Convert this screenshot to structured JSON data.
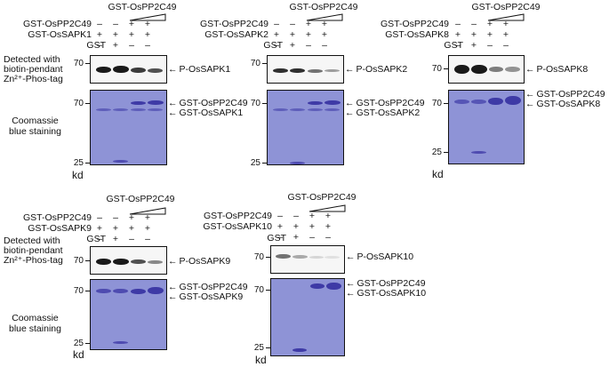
{
  "labels": {
    "inhibitor": "GST-OsPP2C49",
    "gst": "GST",
    "detected_line1": "Detected with",
    "detected_line2": "biotin-pendant",
    "detected_line3": "Zn²⁺-Phos-tag",
    "coomassie_line1": "Coomassie",
    "coomassie_line2": "blue staining",
    "kd": "kd",
    "mw70": "70",
    "mw25": "25"
  },
  "panels": [
    {
      "kinase": "GST-OsSAPK1",
      "phospho": "P-OsSAPK1",
      "title": "GST-OsPP2C49",
      "pp2c": [
        "–",
        "–",
        "+",
        "+"
      ],
      "sapk": [
        "+",
        "+",
        "+",
        "+"
      ],
      "gstrow": [
        "–",
        "+",
        "–",
        "–"
      ]
    },
    {
      "kinase": "GST-OsSAPK2",
      "phospho": "P-OsSAPK2",
      "title": "GST-OsPP2C49",
      "pp2c": [
        "–",
        "–",
        "+",
        "+"
      ],
      "sapk": [
        "+",
        "+",
        "+",
        "+"
      ],
      "gstrow": [
        "–",
        "+",
        "–",
        "–"
      ]
    },
    {
      "kinase": "GST-OsSAPK8",
      "phospho": "P-OsSAPK8",
      "title": "GST-OsPP2C49",
      "pp2c": [
        "–",
        "–",
        "+",
        "+"
      ],
      "sapk": [
        "+",
        "+",
        "+",
        "+"
      ],
      "gstrow": [
        "–",
        "+",
        "–",
        "–"
      ]
    },
    {
      "kinase": "GST-OsSAPK9",
      "phospho": "P-OsSAPK9",
      "title": "GST-OsPP2C49",
      "pp2c": [
        "–",
        "–",
        "+",
        "+"
      ],
      "sapk": [
        "+",
        "+",
        "+",
        "+"
      ],
      "gstrow": [
        "–",
        "+",
        "–",
        "–"
      ]
    },
    {
      "kinase": "GST-OsSAPK10",
      "phospho": "P-OsSAPK10",
      "title": "GST-OsPP2C49",
      "pp2c": [
        "–",
        "–",
        "+",
        "+"
      ],
      "sapk": [
        "+",
        "+",
        "+",
        "+"
      ],
      "gstrow": [
        "–",
        "+",
        "–",
        "–"
      ]
    }
  ],
  "colors": {
    "gel": "#8e93d6",
    "band": "#3e3aa6",
    "blot_bg": "#f6f6f6"
  }
}
